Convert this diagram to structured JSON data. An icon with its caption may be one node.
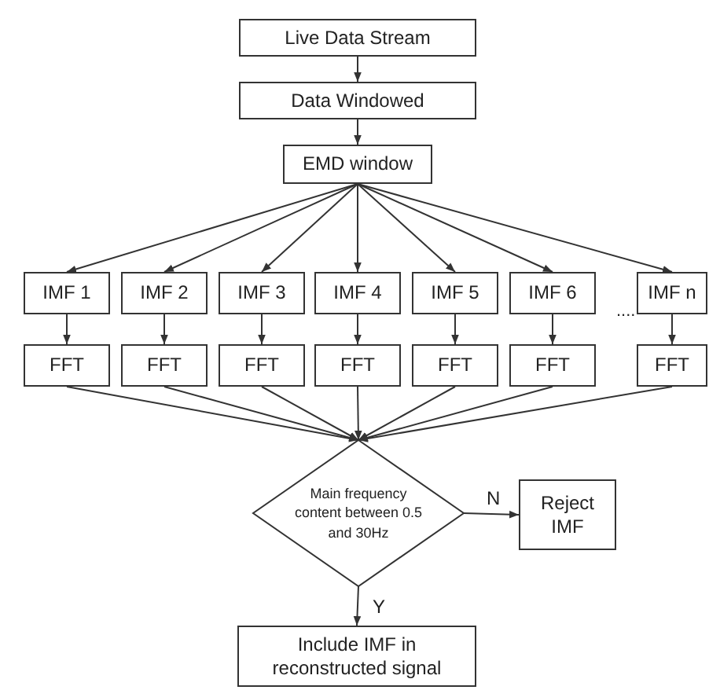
{
  "diagram": {
    "nodes": [
      {
        "text": [
          "Live Data Stream"
        ]
      },
      {
        "text": [
          "Data Windowed"
        ]
      },
      {
        "text": [
          "EMD window"
        ]
      },
      {
        "text": [
          "IMF 1"
        ]
      },
      {
        "text": [
          "IMF 2"
        ]
      },
      {
        "text": [
          "IMF 3"
        ]
      },
      {
        "text": [
          "IMF 4"
        ]
      },
      {
        "text": [
          "IMF 5"
        ]
      },
      {
        "text": [
          "IMF 6"
        ]
      },
      {
        "text": [
          "IMF n"
        ]
      },
      {
        "text": [
          "FFT"
        ]
      },
      {
        "text": [
          "FFT"
        ]
      },
      {
        "text": [
          "FFT"
        ]
      },
      {
        "text": [
          "FFT"
        ]
      },
      {
        "text": [
          "FFT"
        ]
      },
      {
        "text": [
          "FFT"
        ]
      },
      {
        "text": [
          "FFT"
        ]
      },
      {
        "text": [
          "Main frequency content between 0.5 and 30Hz"
        ]
      },
      {
        "text": [
          "Reject IMF"
        ]
      },
      {
        "text": [
          "Include IMF in reconstructed signal"
        ]
      }
    ],
    "edges": [
      {
        "from": 0,
        "to": 1,
        "arrow": "to"
      },
      {
        "from": 1,
        "to": 2,
        "arrow": "to"
      },
      {
        "from": 2,
        "to": 3,
        "arrow": "to"
      },
      {
        "from": 2,
        "to": 4,
        "arrow": "to"
      },
      {
        "from": 2,
        "to": 5,
        "arrow": "to"
      },
      {
        "from": 2,
        "to": 6,
        "arrow": "to"
      },
      {
        "from": 2,
        "to": 7,
        "arrow": "to"
      },
      {
        "from": 2,
        "to": 8,
        "arrow": "to"
      },
      {
        "from": 2,
        "to": 9,
        "arrow": "to"
      },
      {
        "from": 3,
        "to": 10,
        "arrow": "to"
      },
      {
        "from": 4,
        "to": 11,
        "arrow": "to"
      },
      {
        "from": 5,
        "to": 12,
        "arrow": "to"
      },
      {
        "from": 6,
        "to": 13,
        "arrow": "to"
      },
      {
        "from": 7,
        "to": 14,
        "arrow": "to"
      },
      {
        "from": 8,
        "to": 15,
        "arrow": "to"
      },
      {
        "from": 9,
        "to": 16,
        "arrow": "to"
      },
      {
        "from": 10,
        "to": 17,
        "arrow": "to"
      },
      {
        "from": 11,
        "to": 17,
        "arrow": "to"
      },
      {
        "from": 12,
        "to": 17,
        "arrow": "to"
      },
      {
        "from": 13,
        "to": 17,
        "arrow": "to"
      },
      {
        "from": 14,
        "to": 17,
        "arrow": "to"
      },
      {
        "from": 15,
        "to": 17,
        "arrow": "to"
      },
      {
        "from": 16,
        "to": 17,
        "arrow": "to"
      },
      {
        "from": 17,
        "to": 18,
        "label": "N",
        "arrow": "to"
      },
      {
        "from": 17,
        "to": 19,
        "label": "Y",
        "arrow": "to"
      }
    ],
    "labels": [
      "...."
    ]
  }
}
